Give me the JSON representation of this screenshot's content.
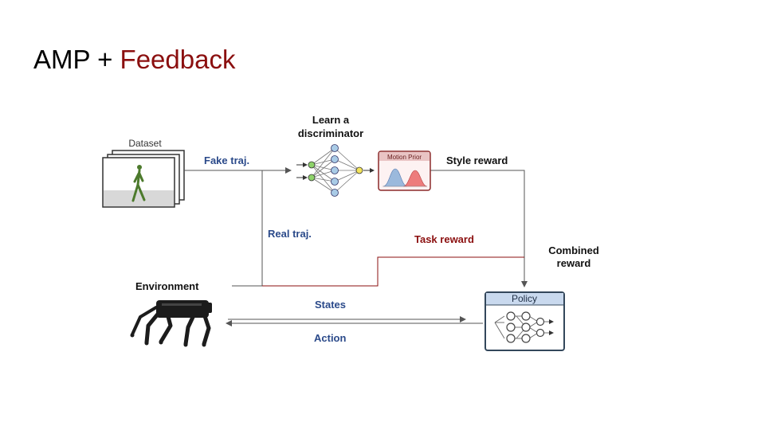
{
  "slide": {
    "title_prefix": "AMP + ",
    "title_accent": "Feedback"
  },
  "labels": {
    "dataset": "Dataset",
    "learn_discriminator_line1": "Learn a",
    "learn_discriminator_line2": "discriminator",
    "fake_traj": "Fake traj.",
    "real_traj": "Real traj.",
    "style_reward": "Style reward",
    "task_reward": "Task reward",
    "combined_reward_line1": "Combined",
    "combined_reward_line2": "reward",
    "environment": "Environment",
    "states": "States",
    "action": "Action",
    "motion_prior": "Motion Prior",
    "policy": "Policy"
  },
  "colors": {
    "accent_red": "#8b0f0f",
    "label_blue": "#2b4a8a",
    "line_gray": "#555555",
    "policy_header": "#c9d9ee",
    "node_blue": "#a9cbe6",
    "node_green": "#8ed36a",
    "node_yellow": "#f2e35a"
  }
}
